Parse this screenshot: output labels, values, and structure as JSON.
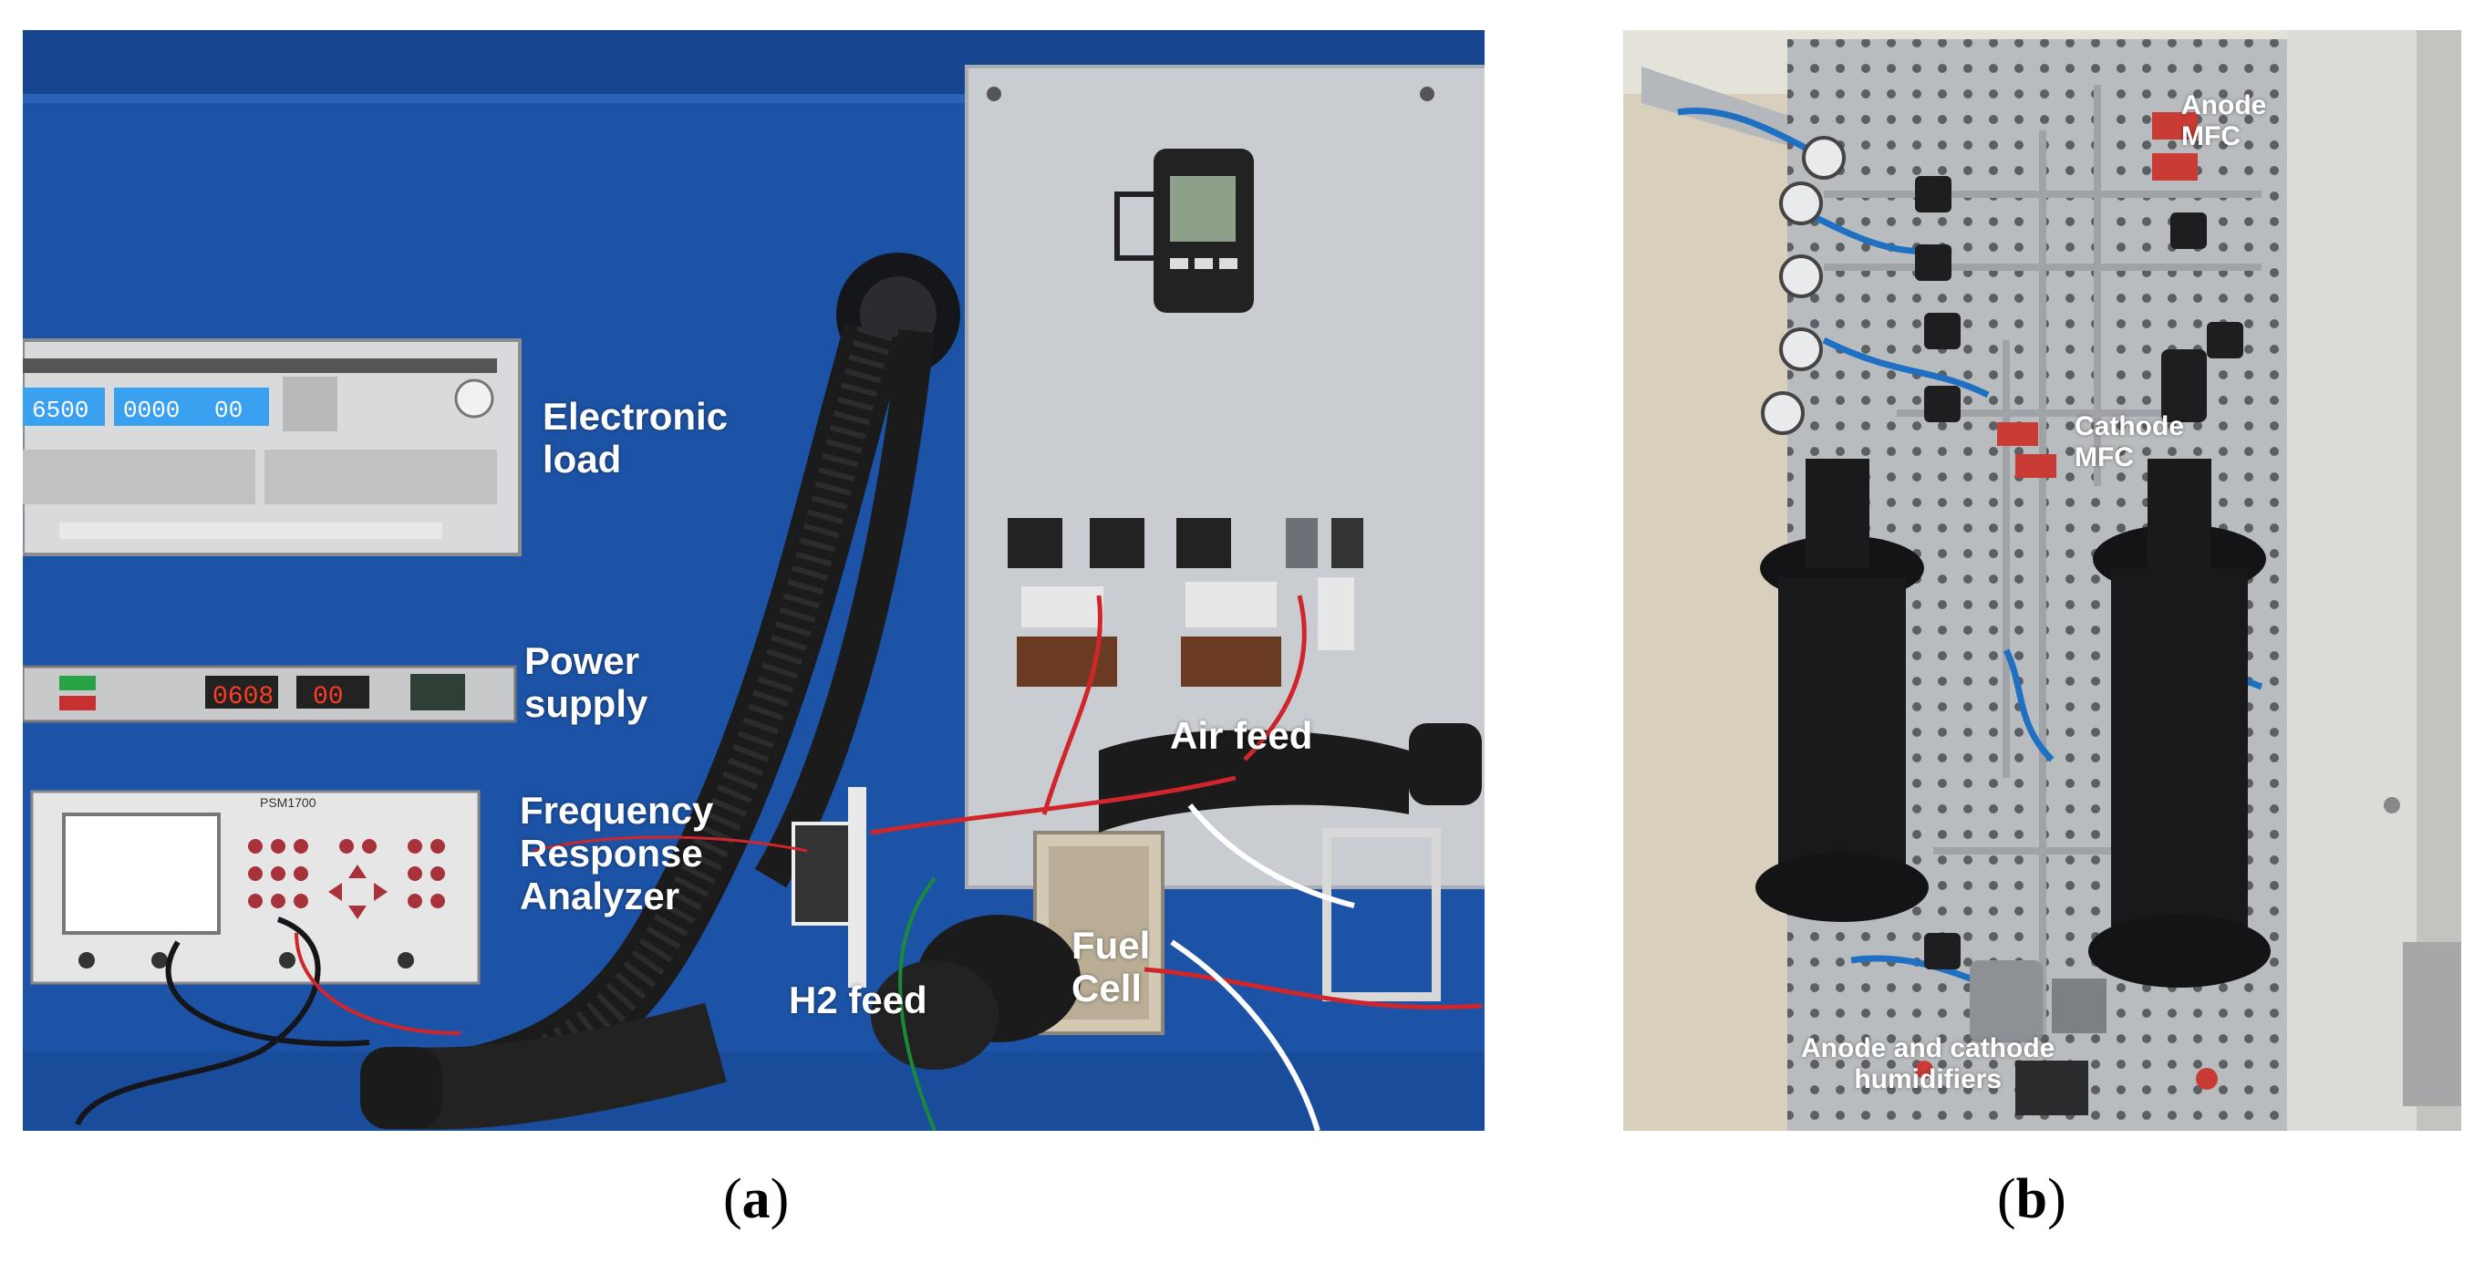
{
  "panel_a": {
    "labels": {
      "electronic_load": "Electronic\nload",
      "power_supply": "Power\nsupply",
      "fra": "Frequency\nResponse\nAnalyzer",
      "air_feed": "Air feed",
      "fuel_cell": "Fuel\nCell",
      "h2_feed": "H2 feed"
    },
    "device_text": {
      "load_display": "6500",
      "load_display2": "0000",
      "load_display3": "00",
      "psu_display": "0608",
      "psu_display2": "00",
      "fra_model": "PSM1700"
    },
    "caption_letter": "a"
  },
  "panel_b": {
    "labels": {
      "anode_mfc": "Anode\nMFC",
      "cathode_mfc": "Cathode\nMFC",
      "humidifiers": "Anode    and    cathode\nhumidifiers"
    },
    "caption_letter": "b"
  },
  "colors": {
    "enclosure_blue": "#1f55a8",
    "panel_grey": "#c9ccd0",
    "rack_grey": "#b9bcbf",
    "hose_black": "#1b1b1c",
    "cable_red": "#d0262b",
    "display_red": "#ff3b22",
    "display_blue": "#3aa0f0"
  }
}
